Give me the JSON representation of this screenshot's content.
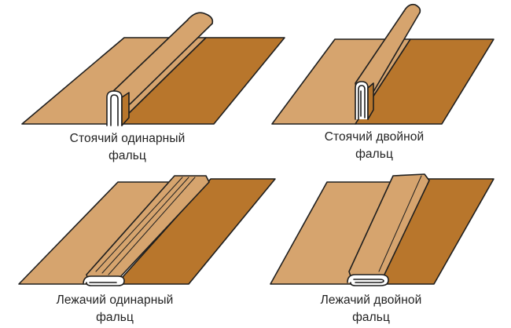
{
  "colors": {
    "sheet_light": "#D6A46E",
    "sheet_dark": "#B8762C",
    "outline": "#1E1E1E",
    "caption_text": "#222222",
    "background": "#FFFFFF"
  },
  "panels": [
    {
      "id": "standing-single",
      "caption_line1": "Стоячий одинарный",
      "caption_line2": "фальц"
    },
    {
      "id": "standing-double",
      "caption_line1": "Стоячий двойной",
      "caption_line2": "фальц"
    },
    {
      "id": "lying-single",
      "caption_line1": "Лежачий одинарный",
      "caption_line2": "фальц"
    },
    {
      "id": "lying-double",
      "caption_line1": "Лежачий двойной",
      "caption_line2": "фальц"
    }
  ]
}
